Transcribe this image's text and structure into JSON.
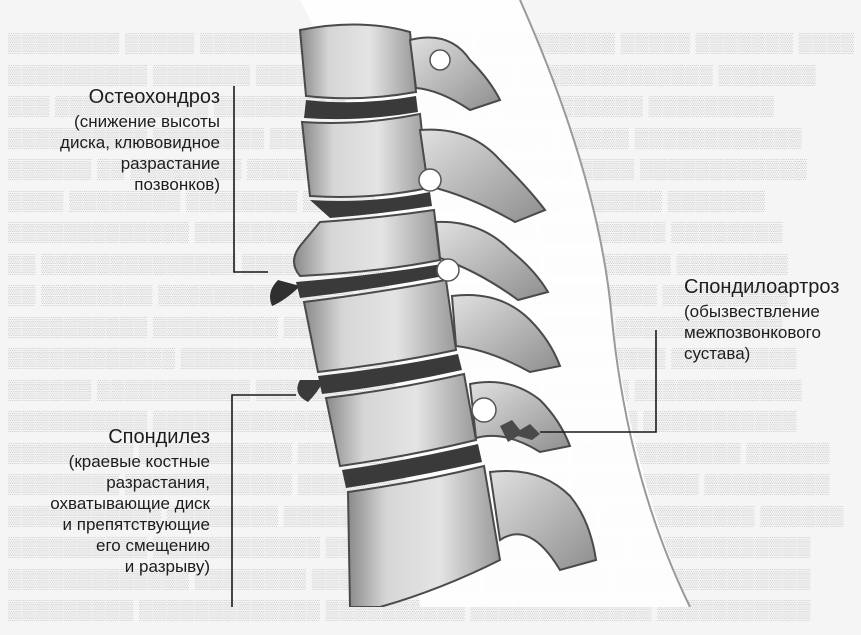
{
  "labels": {
    "osteochondrosis": {
      "title": "Остеохондроз",
      "description": "(снижение высоты\nдиска, клювовидное\nразрастание\nпозвонков)"
    },
    "spondyloarthrosis": {
      "title": "Спондилоартроз",
      "description": "(обызвествление\nмежпозвонкового\nсустава)"
    },
    "spondylosis": {
      "title": "Спондилез",
      "description": "(краевые костные\nразрастания,\nохватывающие диск\nи препятствующие\nего смещению\nи разрыву)"
    }
  },
  "colors": {
    "bone": "#d9d9d9",
    "bone_shadow": "#7a7a7a",
    "disc": "#3a3a3a",
    "leader_line": "#1a1a1a"
  }
}
